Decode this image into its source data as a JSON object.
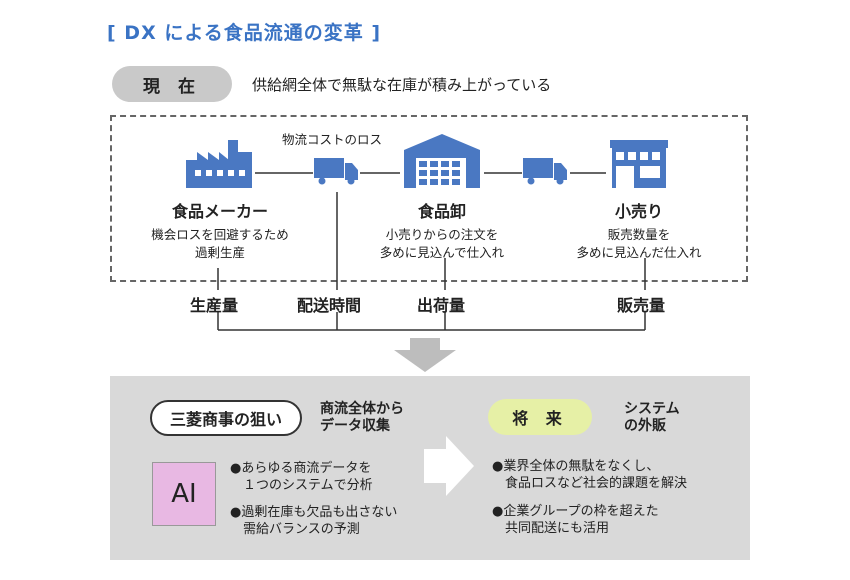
{
  "title": "[ DX による食品流通の変革 ]",
  "current": {
    "badge": "現 在",
    "description": "供給網全体で無駄な在庫が積み上がっている",
    "logistics_label": "物流コストのロス",
    "nodes": [
      {
        "name": "食品メーカー",
        "line1": "機会ロスを回避するため",
        "line2": "過剰生産"
      },
      {
        "name": "食品卸",
        "line1": "小売りからの注文を",
        "line2": "多めに見込んで仕入れ"
      },
      {
        "name": "小売り",
        "line1": "販売数量を",
        "line2": "多めに見込んだ仕入れ"
      }
    ],
    "metrics": [
      "生産量",
      "配送時間",
      "出荷量",
      "販売量"
    ]
  },
  "aim": {
    "badge": "三菱商事の狙い",
    "side_line1": "商流全体から",
    "side_line2": "データ収集",
    "ai_label": "AI",
    "bullets": [
      {
        "line1": "●あらゆる商流データを",
        "line2": "　１つのシステムで分析"
      },
      {
        "line1": "●過剰在庫も欠品も出さない",
        "line2": "　需給バランスの予測"
      }
    ]
  },
  "future": {
    "badge": "将 来",
    "side_line1": "システム",
    "side_line2": "の外販",
    "bullets": [
      {
        "line1": "●業界全体の無駄をなくし、",
        "line2": "　食品ロスなど社会的課題を解決"
      },
      {
        "line1": "●企業グループの枠を超えた",
        "line2": "　共同配送にも活用"
      }
    ]
  },
  "colors": {
    "accent": "#3a73c4",
    "icon": "#4a78c2",
    "future_pill": "#e6f0a6",
    "ai_box": "#e8b8e3",
    "panel": "#d9d9d9"
  }
}
